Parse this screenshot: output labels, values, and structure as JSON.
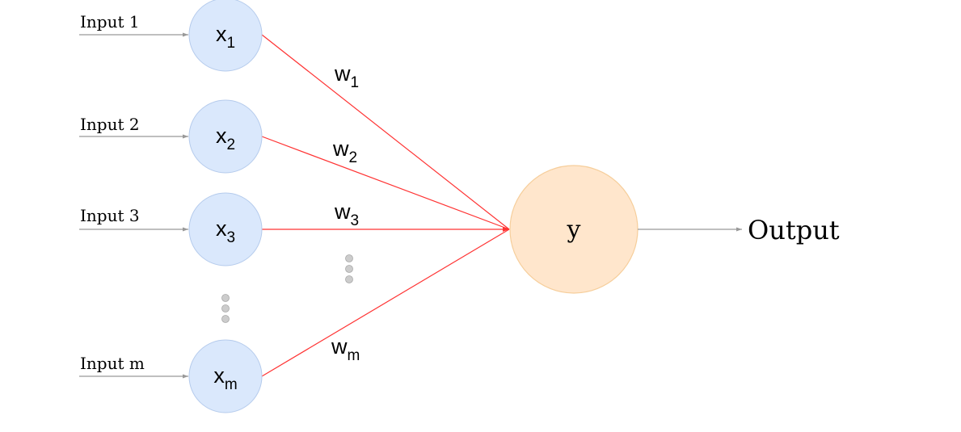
{
  "colors": {
    "input_node_fill": "#dae8fc",
    "input_node_stroke": "#b5cbec",
    "output_node_fill": "#ffe6cc",
    "output_node_stroke": "#f6ce9b",
    "weight_edge": "#ff3333",
    "arrow_gray": "#999999",
    "ellipsis_dot": "#cccccc",
    "text": "#000000"
  },
  "inputs": [
    {
      "label": "Input 1",
      "node_base": "x",
      "node_sub": "1"
    },
    {
      "label": "Input 2",
      "node_base": "x",
      "node_sub": "2"
    },
    {
      "label": "Input 3",
      "node_base": "x",
      "node_sub": "3"
    },
    {
      "label": "Input m",
      "node_base": "x",
      "node_sub": "m"
    }
  ],
  "weights": [
    {
      "base": "w",
      "sub": "1"
    },
    {
      "base": "w",
      "sub": "2"
    },
    {
      "base": "w",
      "sub": "3"
    },
    {
      "base": "w",
      "sub": "m"
    }
  ],
  "output_node": {
    "label": "y"
  },
  "output_label": "Output"
}
